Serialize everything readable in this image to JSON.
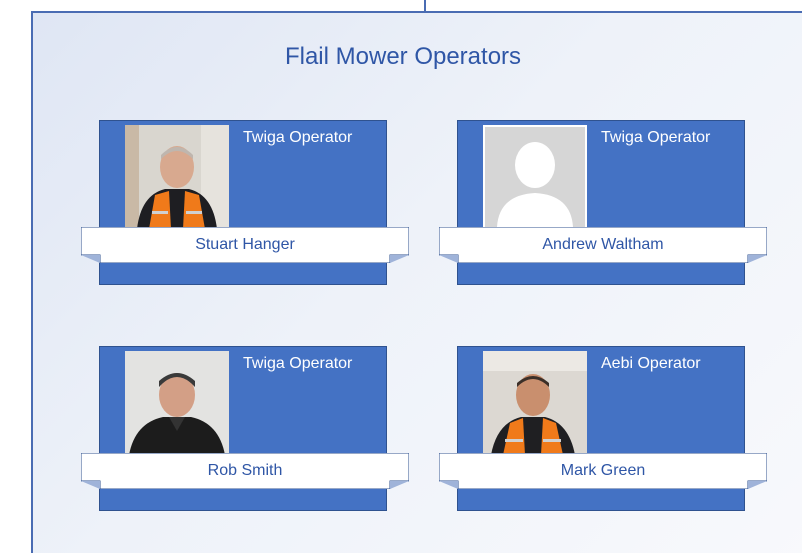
{
  "panel": {
    "title": "Flail Mower Operators"
  },
  "cards": [
    {
      "role": "Twiga Operator",
      "name": "Stuart Hanger",
      "photo": "person-photo-hi-vis"
    },
    {
      "role": "Twiga Operator",
      "name": "Andrew Waltham",
      "photo": "placeholder-avatar-icon"
    },
    {
      "role": "Twiga Operator",
      "name": "Rob Smith",
      "photo": "person-photo-dark-jacket"
    },
    {
      "role": "Aebi Operator",
      "name": "Mark Green",
      "photo": "person-photo-hi-vis"
    }
  ],
  "colors": {
    "card_fill": "#4472c4",
    "title_text": "#2f56a6",
    "panel_border": "#4a6cb3"
  }
}
